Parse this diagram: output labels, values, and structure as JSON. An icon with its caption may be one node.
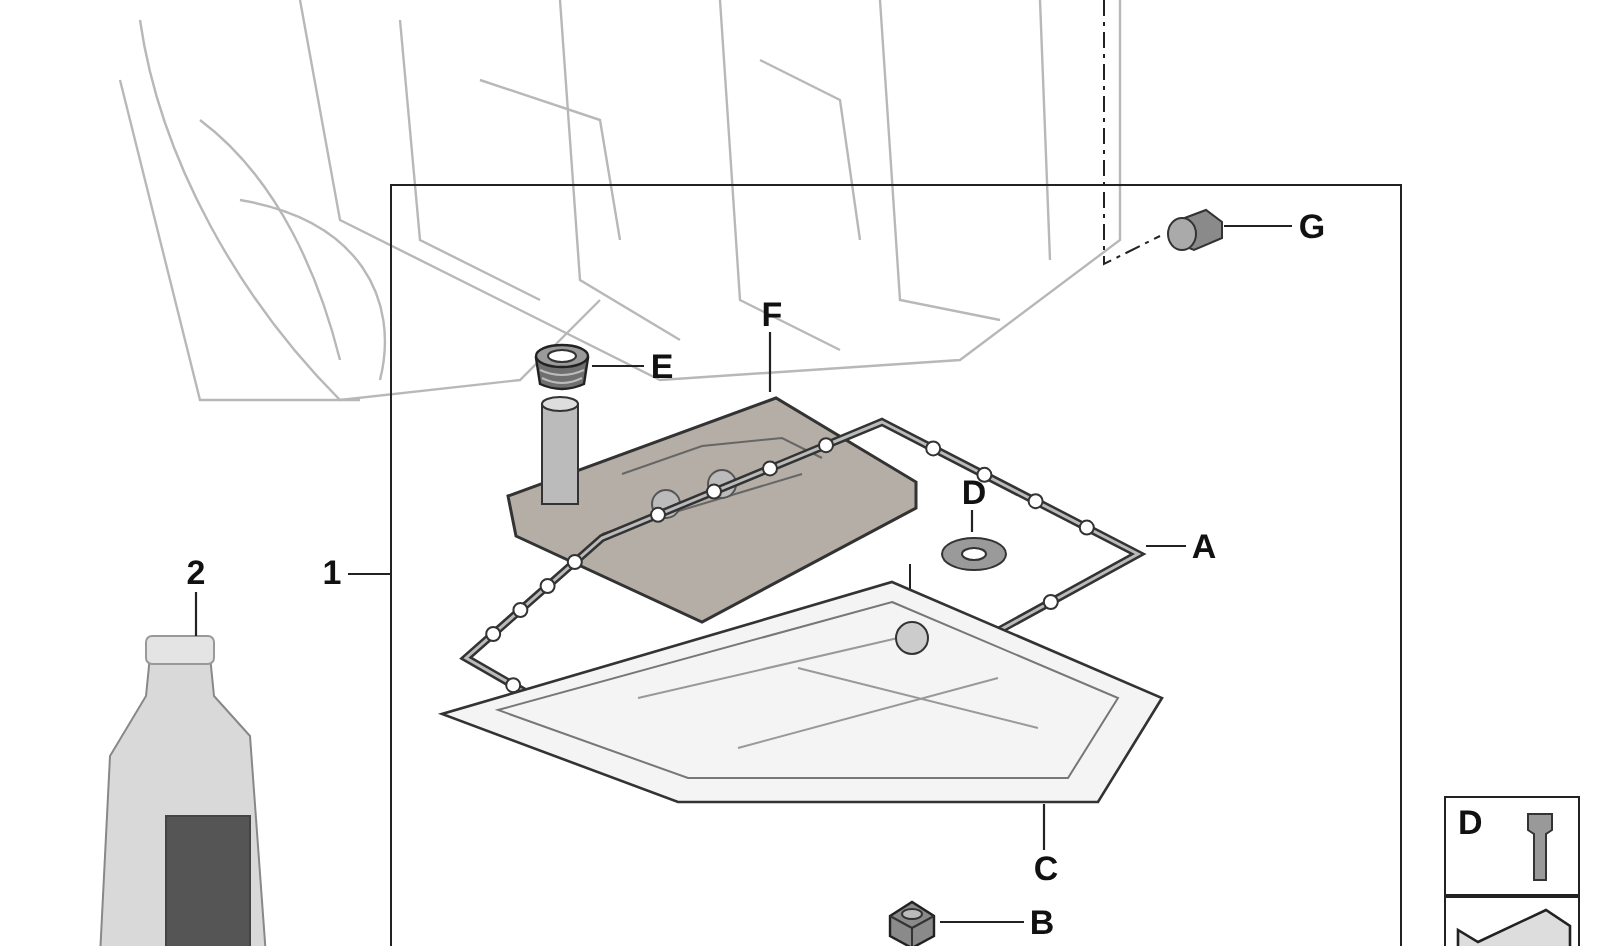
{
  "diagram": {
    "nodes": [
      {
        "text": [],
        "shape": "box"
      },
      {
        "text": [
          "1"
        ]
      },
      {
        "text": [
          "2"
        ]
      },
      {
        "text": [],
        "shape": "picture"
      },
      {
        "text": [
          "E"
        ],
        "in": 0
      },
      {
        "text": [],
        "shape": "picture",
        "in": 0
      },
      {
        "text": [
          "F"
        ],
        "in": 0
      },
      {
        "text": [],
        "shape": "picture",
        "in": 0
      },
      {
        "text": [
          "G"
        ],
        "in": 0
      },
      {
        "text": [],
        "shape": "picture",
        "in": 0
      },
      {
        "text": [
          "D"
        ],
        "in": 13
      },
      {
        "text": [],
        "shape": "picture",
        "in": 13
      },
      {
        "text": [
          "A"
        ],
        "in": 0
      },
      {
        "text": [],
        "shape": "picture",
        "in": 0
      },
      {
        "text": [
          "C"
        ],
        "in": 0
      },
      {
        "text": [],
        "shape": "picture",
        "in": 0
      },
      {
        "text": [
          "B"
        ],
        "in": 0
      },
      {
        "text": [],
        "shape": "picture",
        "in": 0
      },
      {
        "text": [
          "D"
        ]
      },
      {
        "text": [],
        "shape": "box"
      }
    ],
    "edges": [
      {
        "from": 1,
        "to": 0,
        "arrow": "none"
      },
      {
        "from": 2,
        "to": 3,
        "arrow": "none"
      },
      {
        "from": 4,
        "to": 5,
        "arrow": "none"
      },
      {
        "from": 6,
        "to": 7,
        "arrow": "none"
      },
      {
        "from": 8,
        "to": 9,
        "arrow": "none"
      },
      {
        "from": 10,
        "to": 11,
        "arrow": "none"
      },
      {
        "from": 12,
        "to": 13,
        "arrow": "none"
      },
      {
        "from": 14,
        "to": 15,
        "arrow": "none"
      },
      {
        "from": 16,
        "to": 17,
        "arrow": "none"
      }
    ]
  }
}
